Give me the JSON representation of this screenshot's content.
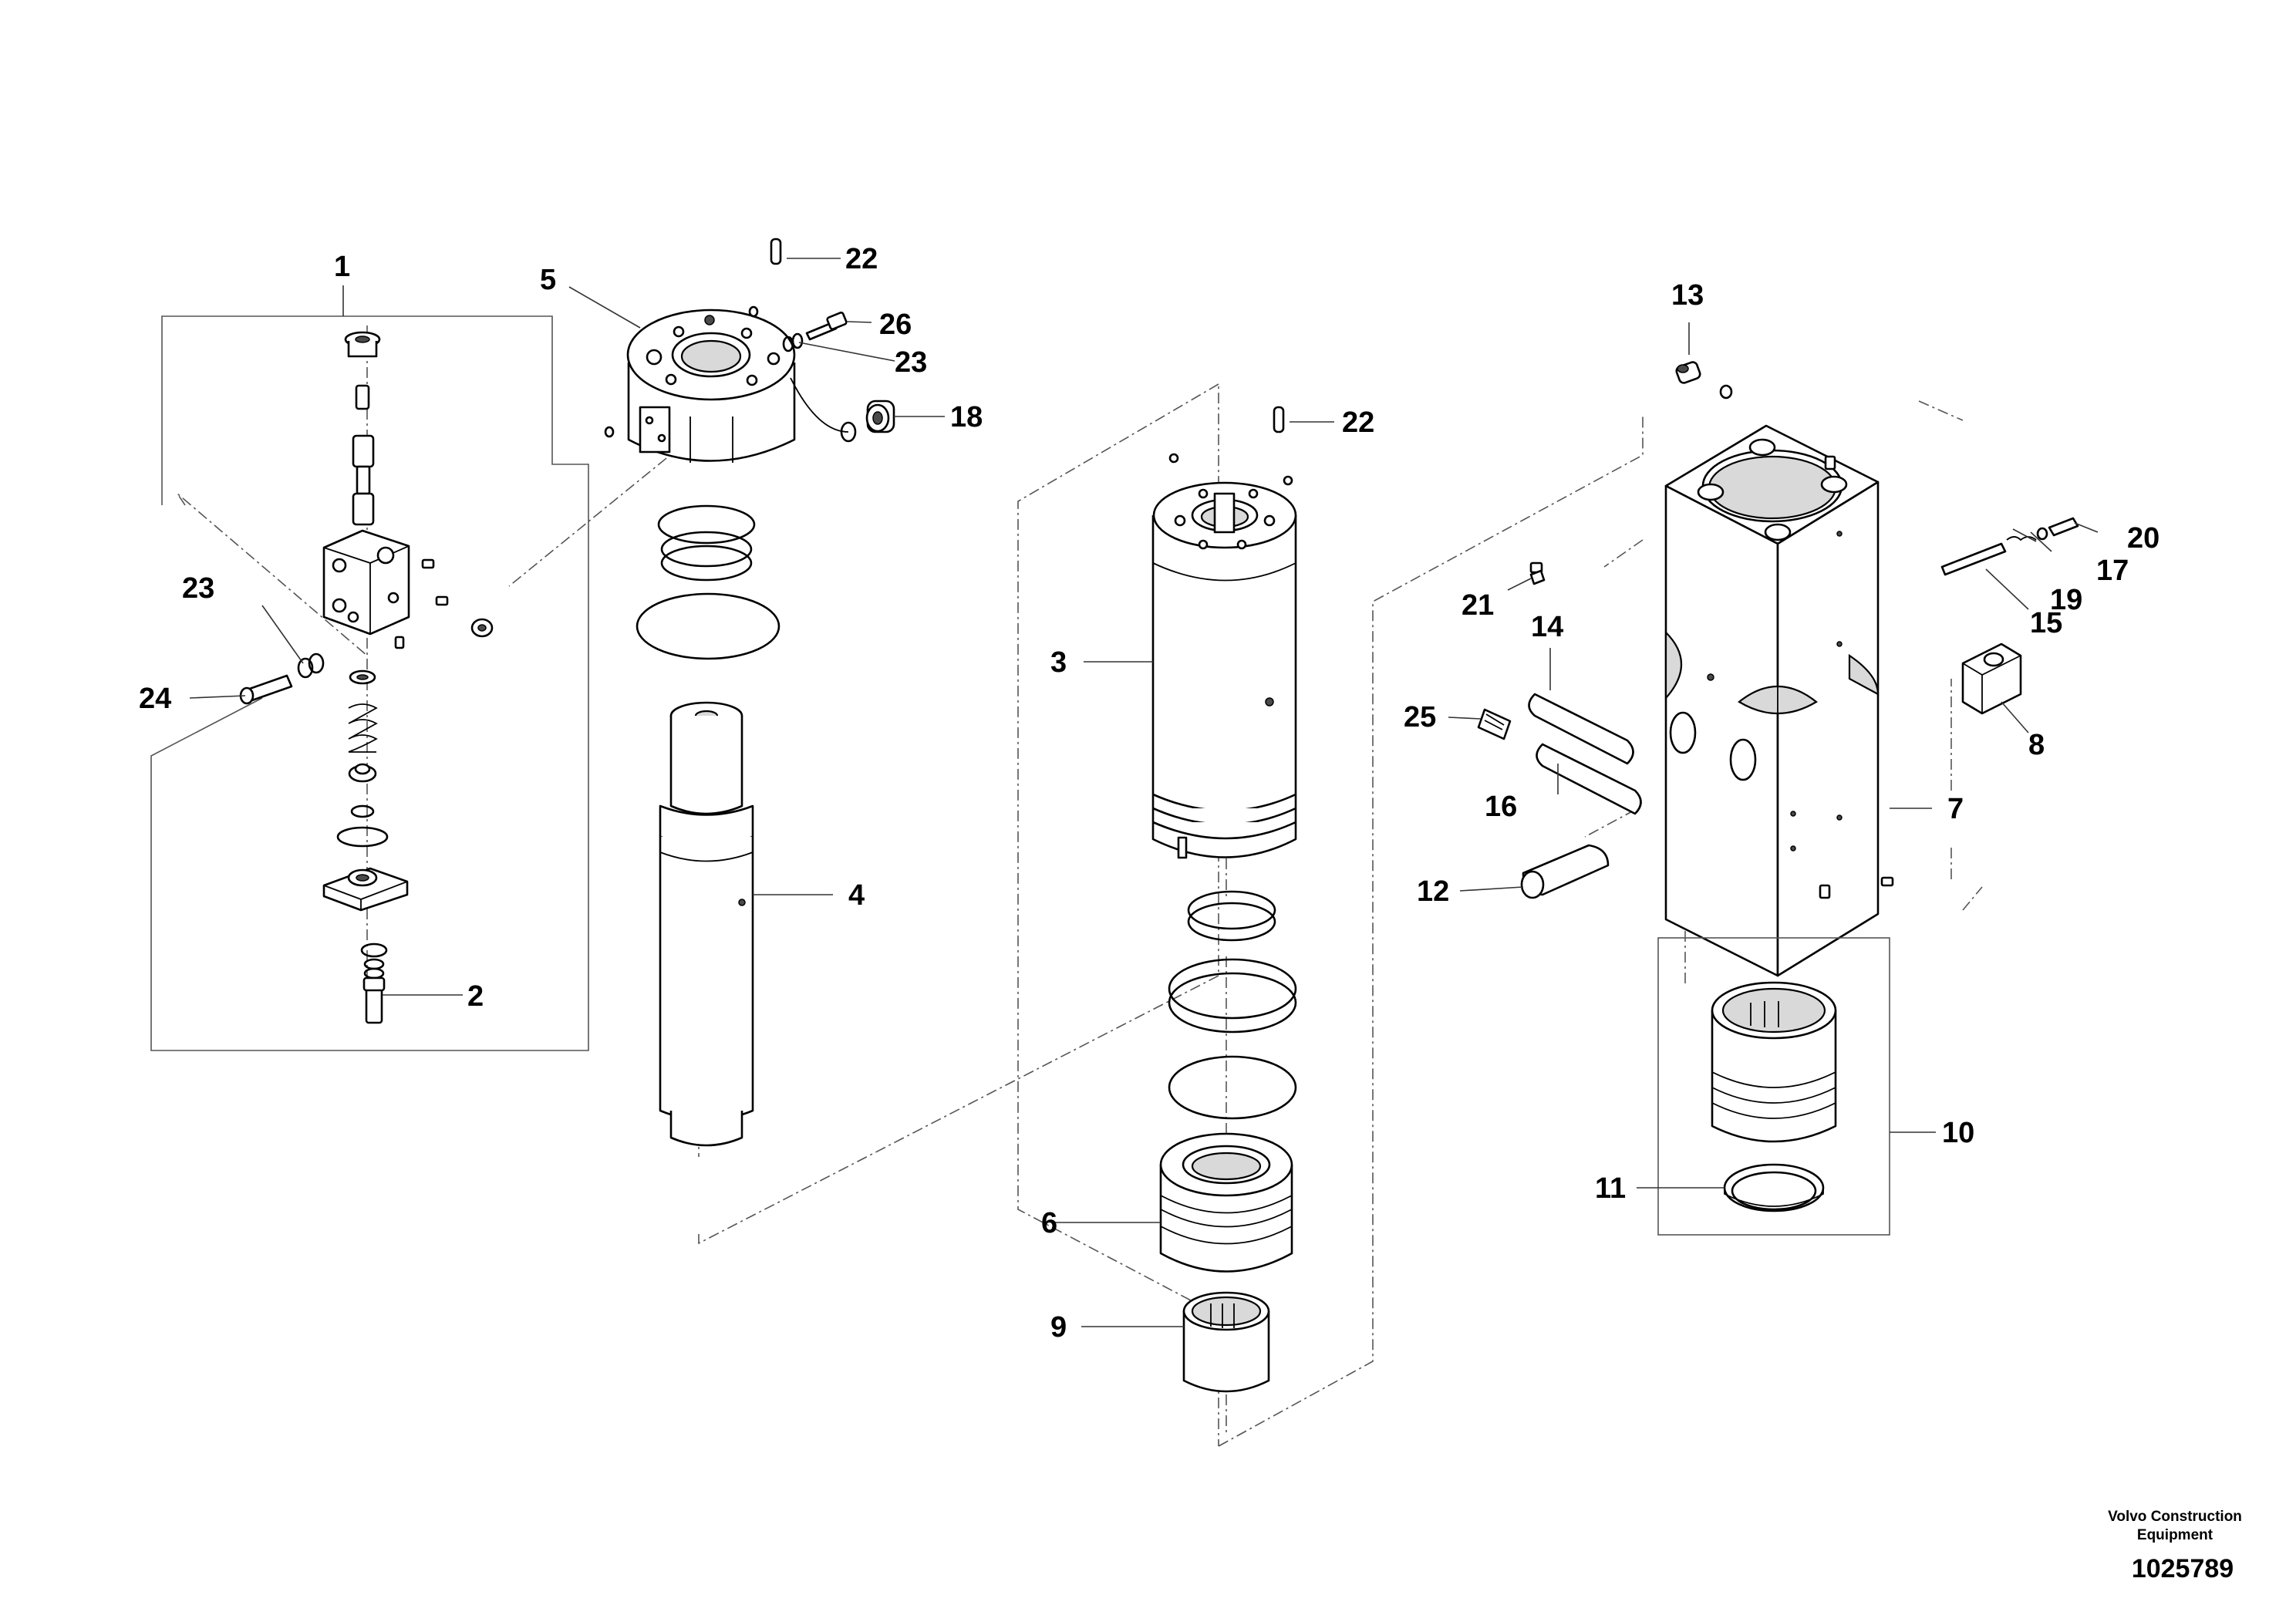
{
  "callouts": {
    "c1": "1",
    "c2": "2",
    "c3": "3",
    "c4": "4",
    "c5": "5",
    "c6": "6",
    "c7": "7",
    "c8": "8",
    "c9": "9",
    "c10": "10",
    "c11": "11",
    "c12": "12",
    "c13": "13",
    "c14": "14",
    "c15": "15",
    "c16": "16",
    "c17": "17",
    "c18": "18",
    "c19": "19",
    "c20": "20",
    "c21": "21",
    "c22a": "22",
    "c22b": "22",
    "c23a": "23",
    "c23b": "23",
    "c24": "24",
    "c25": "25",
    "c26": "26"
  },
  "footer": {
    "brand_line1": "Volvo Construction",
    "brand_line2": "Equipment",
    "document_number": "1025789"
  }
}
